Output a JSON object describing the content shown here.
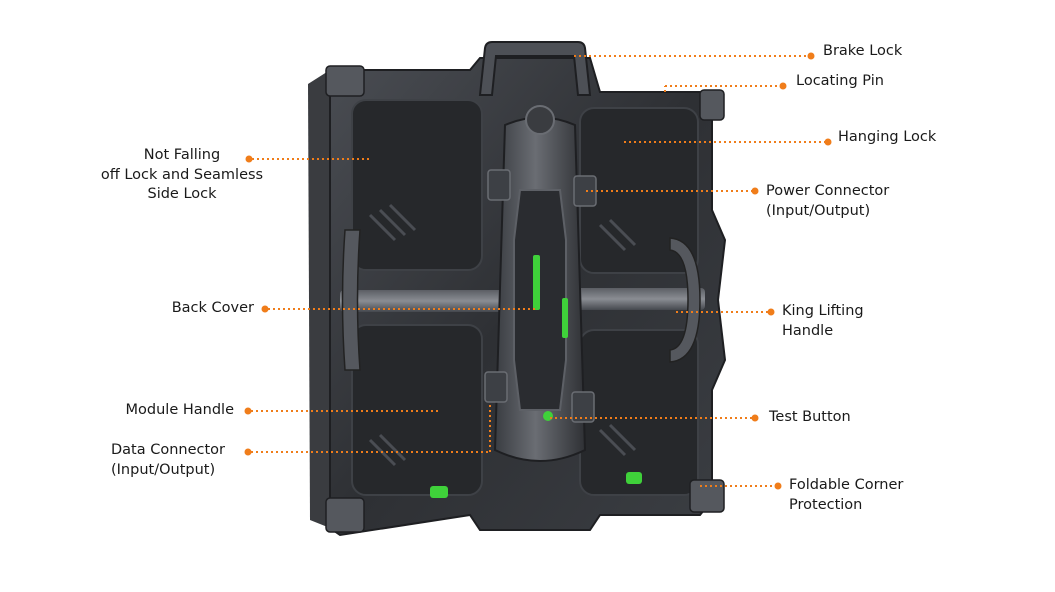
{
  "colors": {
    "accent": "#f07d1a",
    "cabinet_dark": "#2c2e32",
    "cabinet_mid": "#45484e",
    "cabinet_light": "#6b6e74",
    "led_green": "#3fd13a"
  },
  "labels": {
    "brake_lock": [
      "Brake Lock"
    ],
    "locating_pin": [
      "Locating Pin"
    ],
    "hanging_lock": [
      "Hanging Lock"
    ],
    "power_connector": [
      "Power Connector",
      "(Input/Output)"
    ],
    "king_lifting_handle": [
      "King Lifting",
      "Handle"
    ],
    "test_button": [
      "Test Button"
    ],
    "foldable_corner": [
      "Foldable Corner",
      "Protection"
    ],
    "not_falling": [
      "Not Falling",
      "off  Lock and Seamless",
      "Side Lock"
    ],
    "back_cover": [
      "Back Cover"
    ],
    "module_handle": [
      "Module Handle"
    ],
    "data_connector": [
      "Data Connector",
      "(Input/Output)"
    ]
  }
}
